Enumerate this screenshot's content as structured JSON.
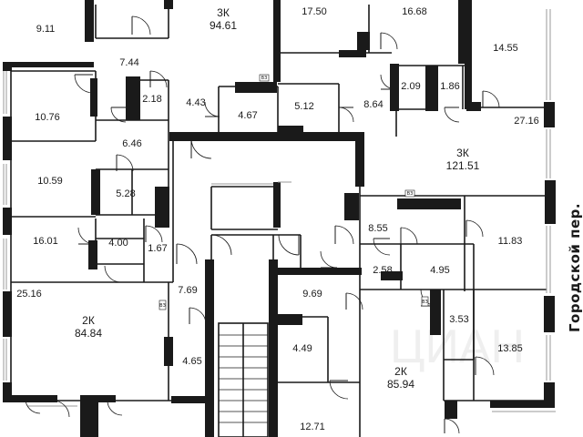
{
  "street_label": "Городской пер.",
  "watermark": "ЦИАН",
  "vent_label": "ВЗ",
  "apartments": [
    {
      "type": "3К",
      "area": "94.61"
    },
    {
      "type": "3К",
      "area": "121.51"
    },
    {
      "type": "2К",
      "area": "84.84"
    },
    {
      "type": "2К",
      "area": "85.94"
    }
  ],
  "rooms": [
    "9.11",
    "17.50",
    "16.68",
    "14.55",
    "7.44",
    "2.18",
    "4.43",
    "4.67",
    "5.12",
    "8.64",
    "2.09",
    "1.86",
    "27.16",
    "10.76",
    "6.46",
    "10.59",
    "5.28",
    "16.01",
    "4.00",
    "1.67",
    "8.55",
    "11.83",
    "2.58",
    "4.95",
    "7.69",
    "9.69",
    "3.53",
    "25.16",
    "4.49",
    "13.85",
    "4.65",
    "12.71"
  ]
}
